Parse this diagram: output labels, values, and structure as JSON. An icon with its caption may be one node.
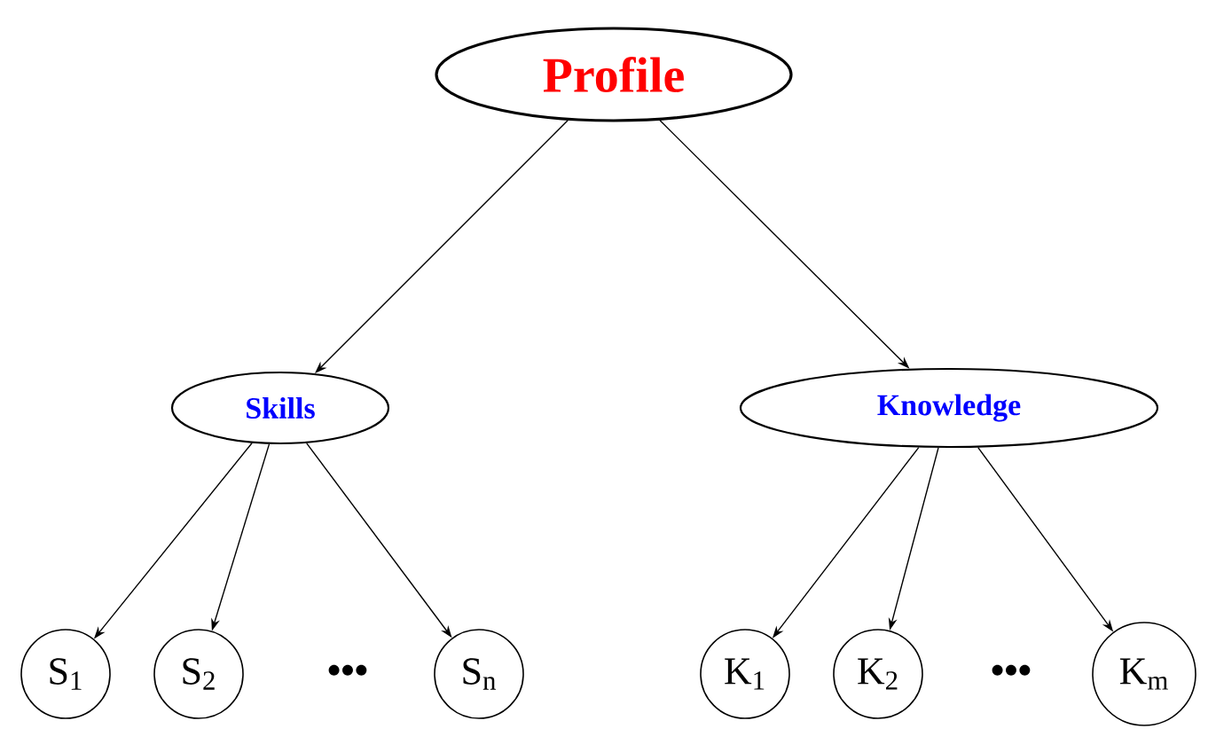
{
  "diagram": {
    "nodes": [
      {
        "text": [
          "Profile"
        ]
      },
      {
        "text": [
          "Skills"
        ]
      },
      {
        "text": [
          "Knowledge"
        ]
      },
      {
        "text": [
          "S$_{1}$"
        ]
      },
      {
        "text": [
          "S$_{2}$"
        ]
      },
      {
        "text": [
          "S$_{n}$"
        ]
      },
      {
        "text": [
          "K$_{1}$"
        ]
      },
      {
        "text": [
          "K$_{2}$"
        ]
      },
      {
        "text": [
          "K$_{m}$"
        ]
      }
    ],
    "edges": [
      {
        "from": 0,
        "to": 1,
        "arrow": "to"
      },
      {
        "from": 0,
        "to": 2,
        "arrow": "to"
      },
      {
        "from": 1,
        "to": 3,
        "arrow": "to"
      },
      {
        "from": 1,
        "to": 4,
        "arrow": "to"
      },
      {
        "from": 1,
        "to": 5,
        "arrow": "to"
      },
      {
        "from": 2,
        "to": 6,
        "arrow": "to"
      },
      {
        "from": 2,
        "to": 7,
        "arrow": "to"
      },
      {
        "from": 2,
        "to": 8,
        "arrow": "to"
      }
    ],
    "labels": [
      "•••",
      "•••"
    ]
  }
}
